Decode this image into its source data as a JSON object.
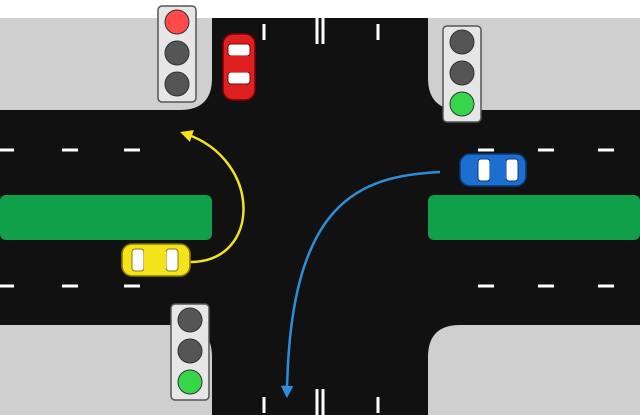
{
  "scene": {
    "title": "",
    "colors": {
      "road": "#111111",
      "sidewalk": "#cfcfcf",
      "median": "#11a04a",
      "lane_marking": "#ffffff",
      "red_car": "#e02020",
      "yellow_car": "#f4e21a",
      "blue_car": "#1b6fd1",
      "yellow_path": "#f4e21a",
      "blue_path": "#2a8fd8",
      "signal_red": "#ff4a4a",
      "signal_green": "#35d64a",
      "signal_off": "#555555"
    },
    "traffic_lights": [
      {
        "name": "top-left",
        "state": "red"
      },
      {
        "name": "top-right",
        "state": "green"
      },
      {
        "name": "bottom-left",
        "state": "green"
      }
    ],
    "vehicles": [
      {
        "name": "red-car",
        "color": "red",
        "heading": "south"
      },
      {
        "name": "yellow-car",
        "color": "yellow",
        "heading": "east",
        "maneuver": "left-turn"
      },
      {
        "name": "blue-car",
        "color": "blue",
        "heading": "west",
        "maneuver": "left-turn"
      }
    ],
    "paths": [
      {
        "name": "yellow-turn-path",
        "color": "yellow"
      },
      {
        "name": "blue-turn-path",
        "color": "blue"
      }
    ]
  }
}
